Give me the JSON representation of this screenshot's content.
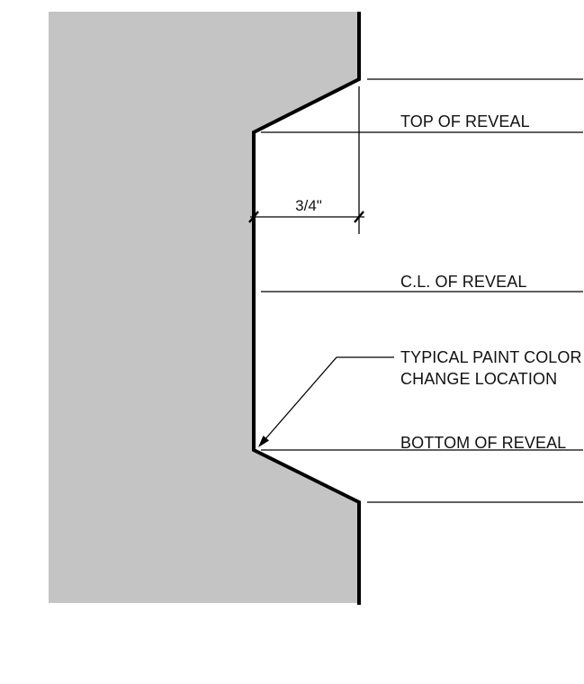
{
  "diagram": {
    "dimension": {
      "label": "3/4\""
    },
    "labels": {
      "top_of_reveal": "TOP OF REVEAL",
      "cl_of_reveal": "C.L. OF REVEAL",
      "paint_change_line1": "TYPICAL PAINT COLOR",
      "paint_change_line2": "CHANGE LOCATION",
      "bottom_of_reveal": "BOTTOM OF REVEAL"
    },
    "colors": {
      "wall_fill": "#c4c4c4",
      "profile_stroke": "#000000",
      "leader_stroke": "#000000"
    }
  }
}
